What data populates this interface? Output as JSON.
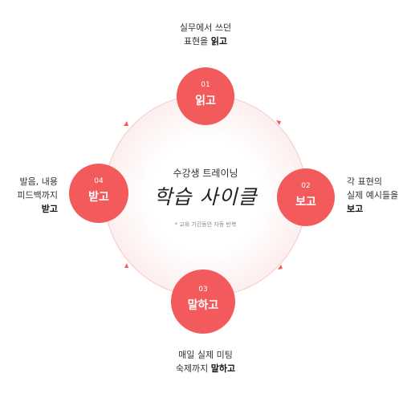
{
  "center": {
    "title": "수강생 트레이닝",
    "script": "학습 사이클",
    "note": "* 교육 기간동안 자동 반복"
  },
  "steps": [
    {
      "num": "01",
      "label": "읽고",
      "desc_line1": "실무에서 쓰던",
      "desc_line2_plain": "표현을 ",
      "desc_line2_bold": "읽고"
    },
    {
      "num": "02",
      "label": "보고",
      "desc_line1": "각 표현의",
      "desc_line2_plain": "실제 예시들을",
      "desc_line3_bold": "보고"
    },
    {
      "num": "03",
      "label": "말하고",
      "desc_line1": "매일 실제 미팅",
      "desc_line2_plain": "숙제까지 ",
      "desc_line2_bold": "말하고"
    },
    {
      "num": "04",
      "label": "받고",
      "desc_line1": "발음, 내용",
      "desc_line2_plain": "피드백까지",
      "desc_line3_bold": "받고"
    }
  ],
  "colors": {
    "accent": "#f25a5c",
    "ring": "#f6c9c9",
    "ring_fill": "#fdf1f1"
  }
}
